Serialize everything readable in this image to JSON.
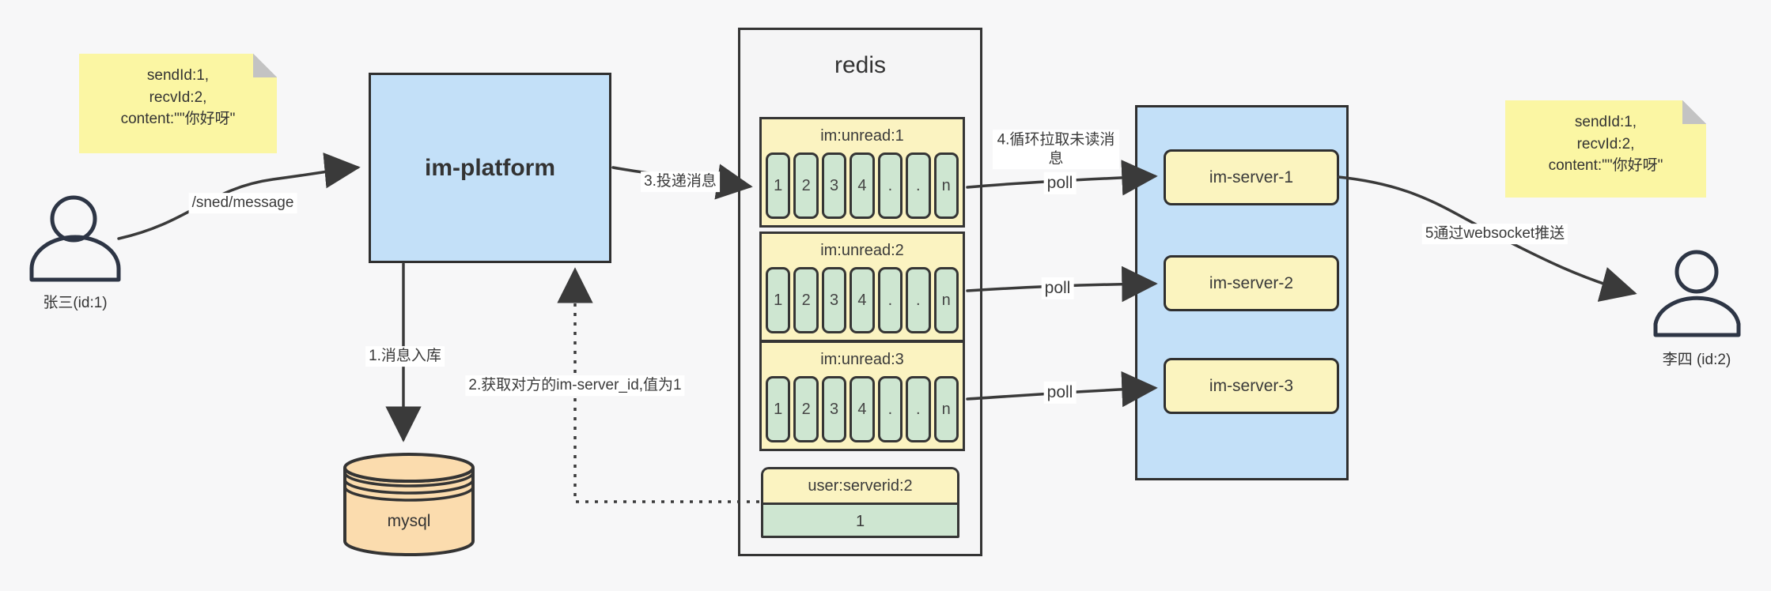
{
  "colors": {
    "background": "#f7f7f8",
    "box_blue": "#c3e0f8",
    "note_yellow": "#fbf6a3",
    "header_yellow": "#fbf3c1",
    "cell_green": "#cee6d1",
    "mysql_orange": "#fbdcae",
    "line_dark": "#3a3a3a"
  },
  "users": {
    "left": {
      "label": "张三(id:1)"
    },
    "right": {
      "label": "李四 (id:2)"
    }
  },
  "notes": {
    "left": {
      "lines": [
        "sendId:1,",
        "recvId:2,",
        "content:\"\"你好呀\""
      ]
    },
    "right": {
      "lines": [
        "sendId:1,",
        "recvId:2,",
        "content:\"\"你好呀\""
      ]
    }
  },
  "platform": {
    "label": "im-platform"
  },
  "mysql": {
    "label": "mysql"
  },
  "redis": {
    "title": "redis",
    "queues": [
      {
        "title": "im:unread:1",
        "cells": [
          "1",
          "2",
          "3",
          "4",
          ".",
          ".",
          "n"
        ]
      },
      {
        "title": "im:unread:2",
        "cells": [
          "1",
          "2",
          "3",
          "4",
          ".",
          ".",
          "n"
        ]
      },
      {
        "title": "im:unread:3",
        "cells": [
          "1",
          "2",
          "3",
          "4",
          ".",
          ".",
          "n"
        ]
      }
    ],
    "server_map": {
      "title": "user:serverid:2",
      "value": "1"
    }
  },
  "servers": [
    {
      "label": "im-server-1"
    },
    {
      "label": "im-server-2"
    },
    {
      "label": "im-server-3"
    }
  ],
  "edges": {
    "send_label": "/sned/message",
    "step1": "1.消息入库",
    "step2": "2.获取对方的im-server_id,值为1",
    "step3": "3.投递消息",
    "step4": "4.循环拉取未读消息",
    "poll1": "poll",
    "poll2": "poll",
    "poll3": "poll",
    "step5": "5通过websocket推送"
  }
}
